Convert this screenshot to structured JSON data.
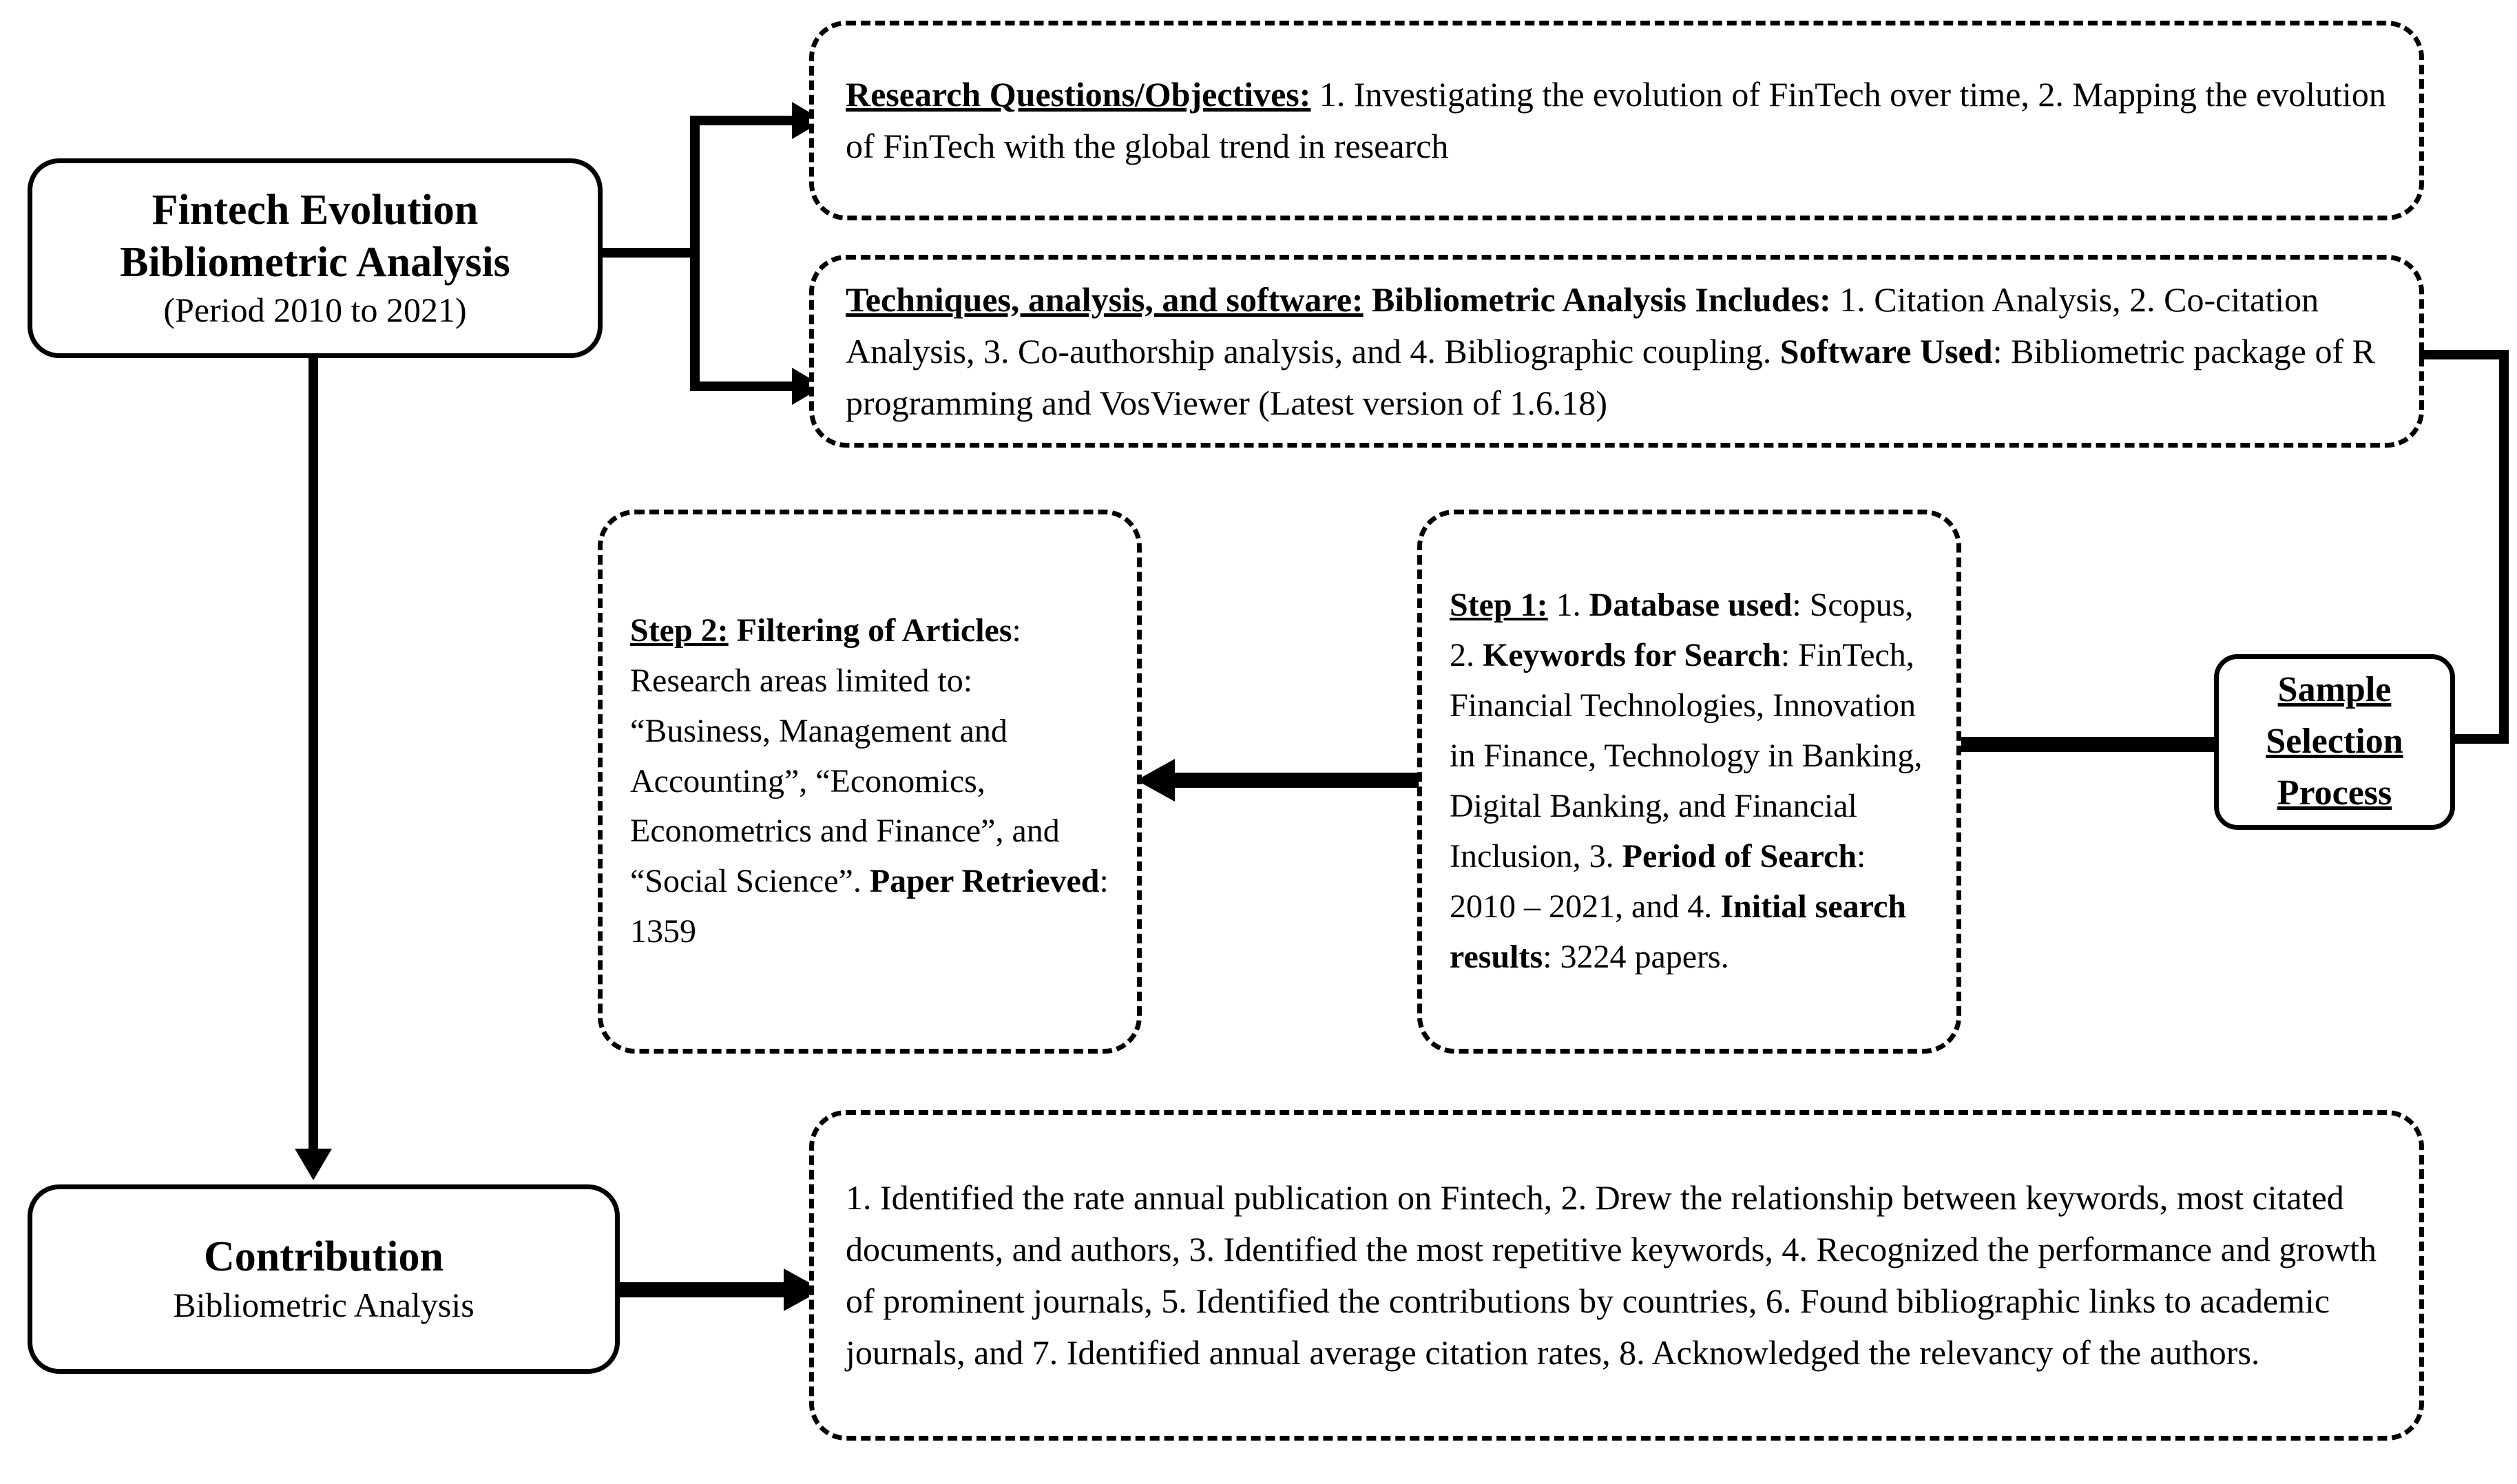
{
  "diagram": {
    "title": "Fintech Evolution Bibliometric Analysis Framework",
    "nodes": {
      "root": {
        "line1": "Fintech Evolution",
        "line2": "Bibliometric Analysis",
        "line3": "(Period 2010 to 2021)"
      },
      "research_questions": {
        "heading": "Research Questions/Objectives:",
        "body": " 1. Investigating the evolution of FinTech over time, 2. Mapping the evolution of FinTech with the global trend in research"
      },
      "techniques": {
        "heading": "Techniques, analysis, and software:",
        "bold1": " Bibliometric Analysis Includes:",
        "body1": " 1. Citation Analysis, 2. Co-citation Analysis, 3. Co-authorship analysis,  and 4. Bibliographic coupling. ",
        "bold2": "Software Used",
        "body2": ": Bibliometric package of R programming and VosViewer (Latest version of 1.6.18)"
      },
      "sample_selection": {
        "line1": "Sample",
        "line2": "Selection",
        "line3": "Process"
      },
      "step1": {
        "heading": "Step 1:",
        "seg1": " 1. ",
        "bold1": "Database used",
        "seg2": ": Scopus, 2. ",
        "bold2": "Keywords for Search",
        "seg3": ": FinTech, Financial Technologies, Innovation in Finance, Technology in Banking, Digital Banking, and Financial Inclusion, 3. ",
        "bold3": "Period of Search",
        "seg4": ": 2010 – 2021, and 4. ",
        "bold4": "Initial search results",
        "seg5": ": 3224 papers."
      },
      "step2": {
        "heading": "Step 2:",
        "bold1": " Filtering of Articles",
        "seg1": ": Research areas limited to: “Business, Management and Accounting”, “Economics, Econometrics and Finance”,  and “Social Science”. ",
        "bold2": "Paper Retrieved",
        "seg2": ": 1359"
      },
      "contribution": {
        "line1": "Contribution",
        "line2": "Bibliometric Analysis"
      },
      "findings": {
        "body": "1. Identified the rate annual publication on Fintech, 2. Drew the relationship between keywords, most citated documents, and authors, 3. Identified the most repetitive keywords, 4. Recognized the performance and growth of prominent journals, 5. Identified the contributions by countries, 6. Found bibliographic links to academic journals, and 7. Identified annual average citation rates, 8. Acknowledged the relevancy of the authors."
      }
    },
    "connectors": [
      {
        "name": "root-to-research-questions",
        "from": "root",
        "to": "research_questions",
        "direction": "right"
      },
      {
        "name": "root-to-techniques",
        "from": "root",
        "to": "techniques",
        "direction": "right"
      },
      {
        "name": "root-to-contribution",
        "from": "root",
        "to": "contribution",
        "direction": "down"
      },
      {
        "name": "techniques-to-sample-selection",
        "from": "techniques",
        "to": "sample_selection",
        "direction": "left"
      },
      {
        "name": "sample-selection-to-step1",
        "from": "sample_selection",
        "to": "step1",
        "direction": "left"
      },
      {
        "name": "step1-to-step2",
        "from": "step1",
        "to": "step2",
        "direction": "left"
      },
      {
        "name": "contribution-to-findings",
        "from": "contribution",
        "to": "findings",
        "direction": "right"
      }
    ],
    "colors": {
      "stroke": "#000000",
      "background": "#ffffff"
    }
  }
}
